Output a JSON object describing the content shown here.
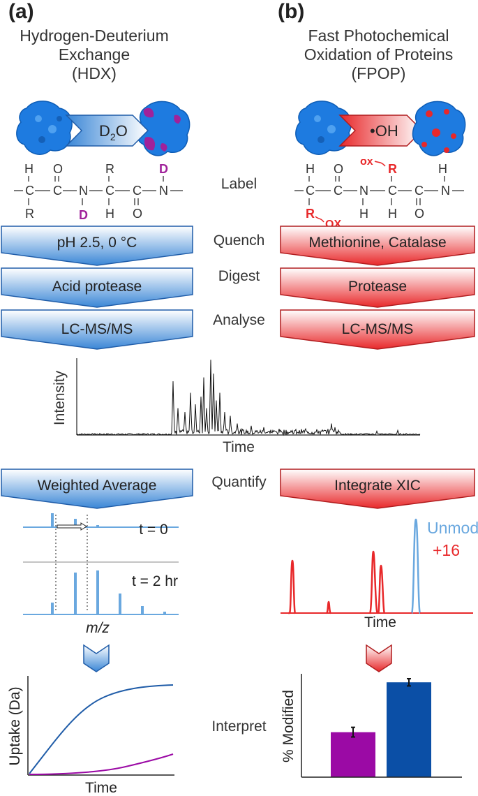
{
  "panels": {
    "a": {
      "letter": "(a)",
      "title_lines": [
        "Hydrogen-Deuterium",
        "Exchange",
        "(HDX)"
      ],
      "reagent_main": "D",
      "reagent_sub": "2",
      "reagent_tail": "O"
    },
    "b": {
      "letter": "(b)",
      "title_lines": [
        "Fast Photochemical",
        "Oxidation of Proteins",
        "(FPOP)"
      ],
      "reagent": "•OH"
    }
  },
  "structure_a": {
    "H": "H",
    "C": "C",
    "O": "O",
    "N": "N",
    "R": "R",
    "D": "D"
  },
  "structure_b": {
    "H": "H",
    "C": "C",
    "O": "O",
    "N": "N",
    "R": "R",
    "ox": "ox",
    "OX": "OX"
  },
  "steps": {
    "label": "Label",
    "quench": "Quench",
    "digest": "Digest",
    "analyse": "Analyse",
    "quantify": "Quantify",
    "interpret": "Interpret"
  },
  "left_chevrons": [
    "pH 2.5, 0 °C",
    "Acid protease",
    "LC-MS/MS",
    "Weighted Average"
  ],
  "right_chevrons": [
    "Methionine, Catalase",
    "Protease",
    "LC-MS/MS",
    "Integrate XIC"
  ],
  "chromatogram": {
    "ylabel": "Intensity",
    "xlabel": "Time"
  },
  "hdx_spectra": {
    "t0": "t = 0",
    "t2": "t = 2 hr",
    "xlabel": "m/z"
  },
  "xic": {
    "unmod": "Unmod",
    "plus16": "+16",
    "xlabel": "Time"
  },
  "uptake_chart": {
    "ylabel": "Uptake (Da)",
    "xlabel": "Time"
  },
  "colors": {
    "blue": "#3a86d6",
    "darkblue": "#1f5ca8",
    "red": "#e8282a",
    "purple": "#a0229a",
    "lightblue": "#6aa8df",
    "navy": "#0b4fa6"
  },
  "chart_data": {
    "type": "bar",
    "categories": [
      "",
      ""
    ],
    "values": [
      37,
      78
    ],
    "errors": [
      4,
      3
    ],
    "colors": [
      "#9b0aa5",
      "#0b4fa6"
    ],
    "ylabel": "% Modified",
    "xlabel": "",
    "ylim": [
      0,
      85
    ],
    "title": ""
  }
}
